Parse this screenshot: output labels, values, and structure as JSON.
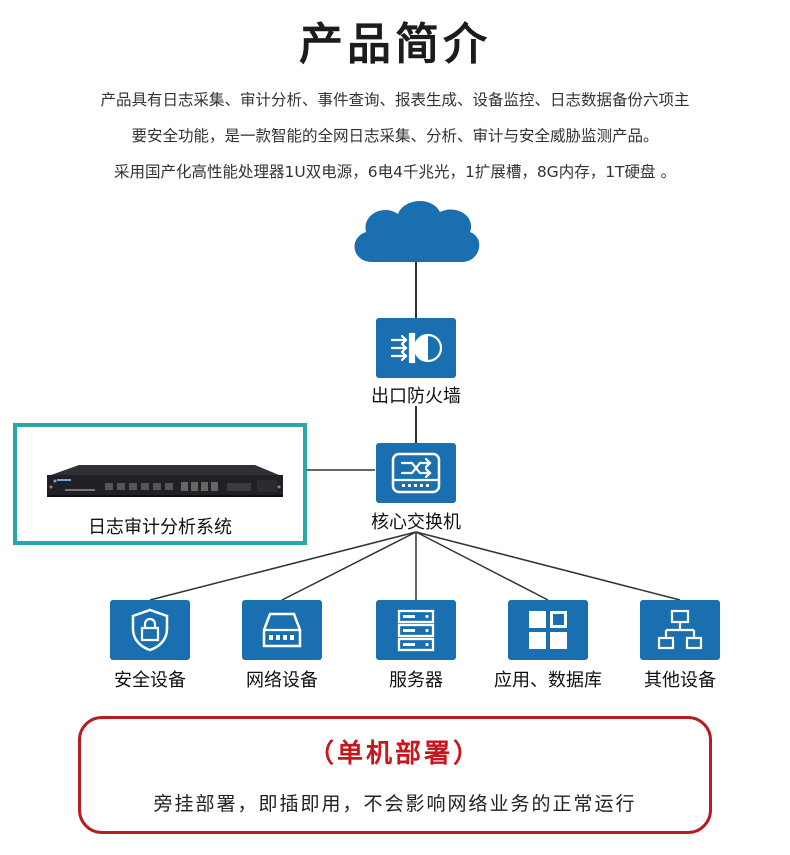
{
  "title": "产品简介",
  "intro_lines": [
    "产品具有日志采集、审计分析、事件查询、报表生成、设备监控、日志数据备份六项主",
    "要安全功能，是一款智能的全网日志采集、分析、审计与安全威胁监测产品。",
    "采用国产化高性能处理器1U双电源，6电4千兆光，1扩展槽，8G内存，1T硬盘 。"
  ],
  "topology": {
    "firewall_label": "出口防火墙",
    "core_switch_label": "核心交换机",
    "log_system_label": "日志审计分析系统",
    "endpoints": [
      {
        "label": "安全设备",
        "icon": "shield-lock-icon"
      },
      {
        "label": "网络设备",
        "icon": "network-device-icon"
      },
      {
        "label": "服务器",
        "icon": "server-icon"
      },
      {
        "label": "应用、数据库",
        "icon": "apps-grid-icon"
      },
      {
        "label": "其他设备",
        "icon": "network-tree-icon"
      }
    ]
  },
  "deployment": {
    "title": "（单机部署）",
    "description": "旁挂部署，即插即用，不会影响网络业务的正常运行"
  },
  "colors": {
    "tile_blue": "#1a6fb0",
    "teal_border": "#2aa6a8",
    "deploy_red": "#c8161d"
  }
}
